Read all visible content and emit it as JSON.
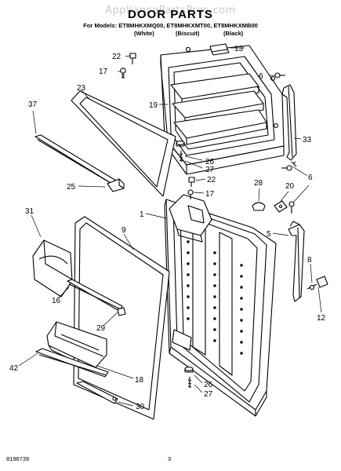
{
  "watermark": "AppliancePartsPros.com",
  "title": "DOOR PARTS",
  "models_line": "For Models: ET8MHKXMQ00, ET8MHKXMT00, ET8MHKXMB00",
  "colors": [
    "(White)",
    "(Biscuit)",
    "(Black)"
  ],
  "callouts": {
    "c1": "1",
    "c5": "5",
    "c6a": "6",
    "c6b": "6",
    "c8": "8",
    "c9": "9",
    "c12": "12",
    "c13": "13",
    "c16": "16",
    "c17a": "17",
    "c17b": "17",
    "c18": "18",
    "c19": "19",
    "c20": "20",
    "c22a": "22",
    "c22b": "22",
    "c23": "23",
    "c25": "25",
    "c26a": "26",
    "c26b": "26",
    "c27a": "27",
    "c27b": "27",
    "c28": "28",
    "c29": "29",
    "c30": "30",
    "c31": "31",
    "c33": "33",
    "c37": "37",
    "c42": "42"
  },
  "footer": {
    "doc_number": "8196739",
    "page_number": "3"
  }
}
